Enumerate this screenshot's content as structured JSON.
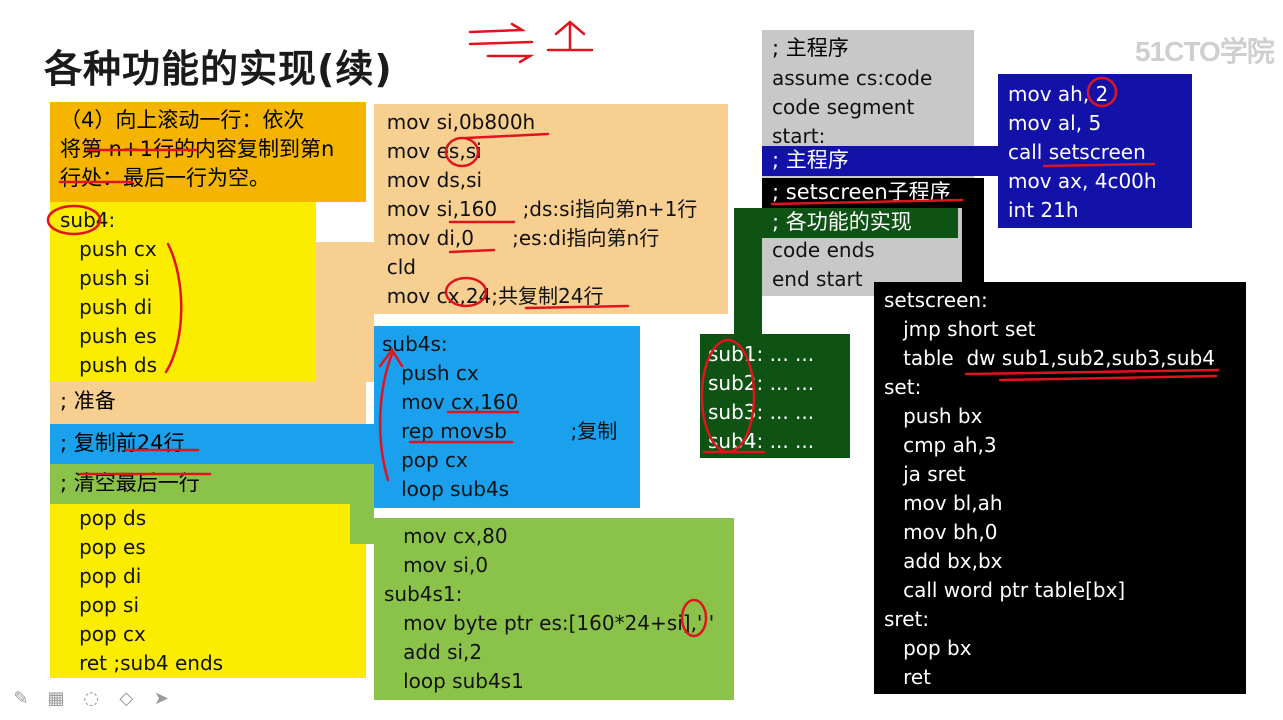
{
  "title": "各种功能的实现(续)",
  "logo": "51CTO学院",
  "step_desc": [
    "（4）向上滚动一行：依次",
    "将第 n+1行的内容复制到第n",
    "行处：最后一行为空。"
  ],
  "sub4_block": [
    "sub4:",
    "   push cx",
    "   push si",
    "   push di",
    "   push es",
    "   push ds"
  ],
  "comment_prepare": "; 准备",
  "comment_copy": "; 复制前24行",
  "comment_clear": "; 清空最后一行",
  "sub4_end": [
    "   pop ds",
    "   pop es",
    "   pop di",
    "   pop si",
    "   pop cx",
    "   ret ;sub4 ends"
  ],
  "prepare_code": [
    "  mov si,0b800h",
    "  mov es,si",
    "  mov ds,si",
    "  mov si,160    ;ds:si指向第n+1行",
    "  mov di,0      ;es:di指向第n行",
    "  cld",
    "  mov cx,24;共复制24行"
  ],
  "copy_code": [
    "sub4s:",
    "   push cx",
    "   mov cx,160",
    "   rep movsb          ;复制",
    "   pop cx",
    "   loop sub4s"
  ],
  "clear_code": [
    "   mov cx,80",
    "   mov si,0",
    "sub4s1:",
    "   mov byte ptr es:[160*24+si],' '",
    "   add si,2",
    "   loop sub4s1"
  ],
  "main_prog": {
    "header": "; 主程序",
    "lines": [
      "assume cs:code",
      "code segment",
      "start:"
    ],
    "highlight": "; 主程序",
    "setscreen_label": "; setscreen子程序",
    "features_label": "; 各功能的实现",
    "tail": [
      "code ends",
      "end start"
    ]
  },
  "call_block": [
    "mov ah, 2",
    "mov al, 5",
    "call setscreen",
    "mov ax, 4c00h",
    "int 21h"
  ],
  "sub_labels": [
    "sub1: ... ...",
    "sub2: ... ...",
    "sub3: ... ...",
    "sub4: ... ..."
  ],
  "setscreen_code": [
    "setscreen:",
    "   jmp short set",
    "   table  dw sub1,sub2,sub3,sub4",
    "set:",
    "   push bx",
    "   cmp ah,3",
    "   ja sret",
    "   mov bl,ah",
    "   mov bh,0",
    "   add bx,bx",
    "   call word ptr table[bx]",
    "sret:",
    "   pop bx",
    "   ret"
  ],
  "toolbar_icons": [
    "pen-icon",
    "keyboard-icon",
    "eraser-icon",
    "highlighter-icon",
    "pointer-icon"
  ],
  "colors": {
    "orange": "#f4b400",
    "yellow": "#fbec00",
    "peach": "#f6cf91",
    "blue": "#1aa0ec",
    "green": "#8bc34a",
    "gray": "#c8c8c8",
    "navy": "#1212a8",
    "dark_green": "#0e5214",
    "black": "#000000",
    "annotation_red": "#e0141e"
  }
}
